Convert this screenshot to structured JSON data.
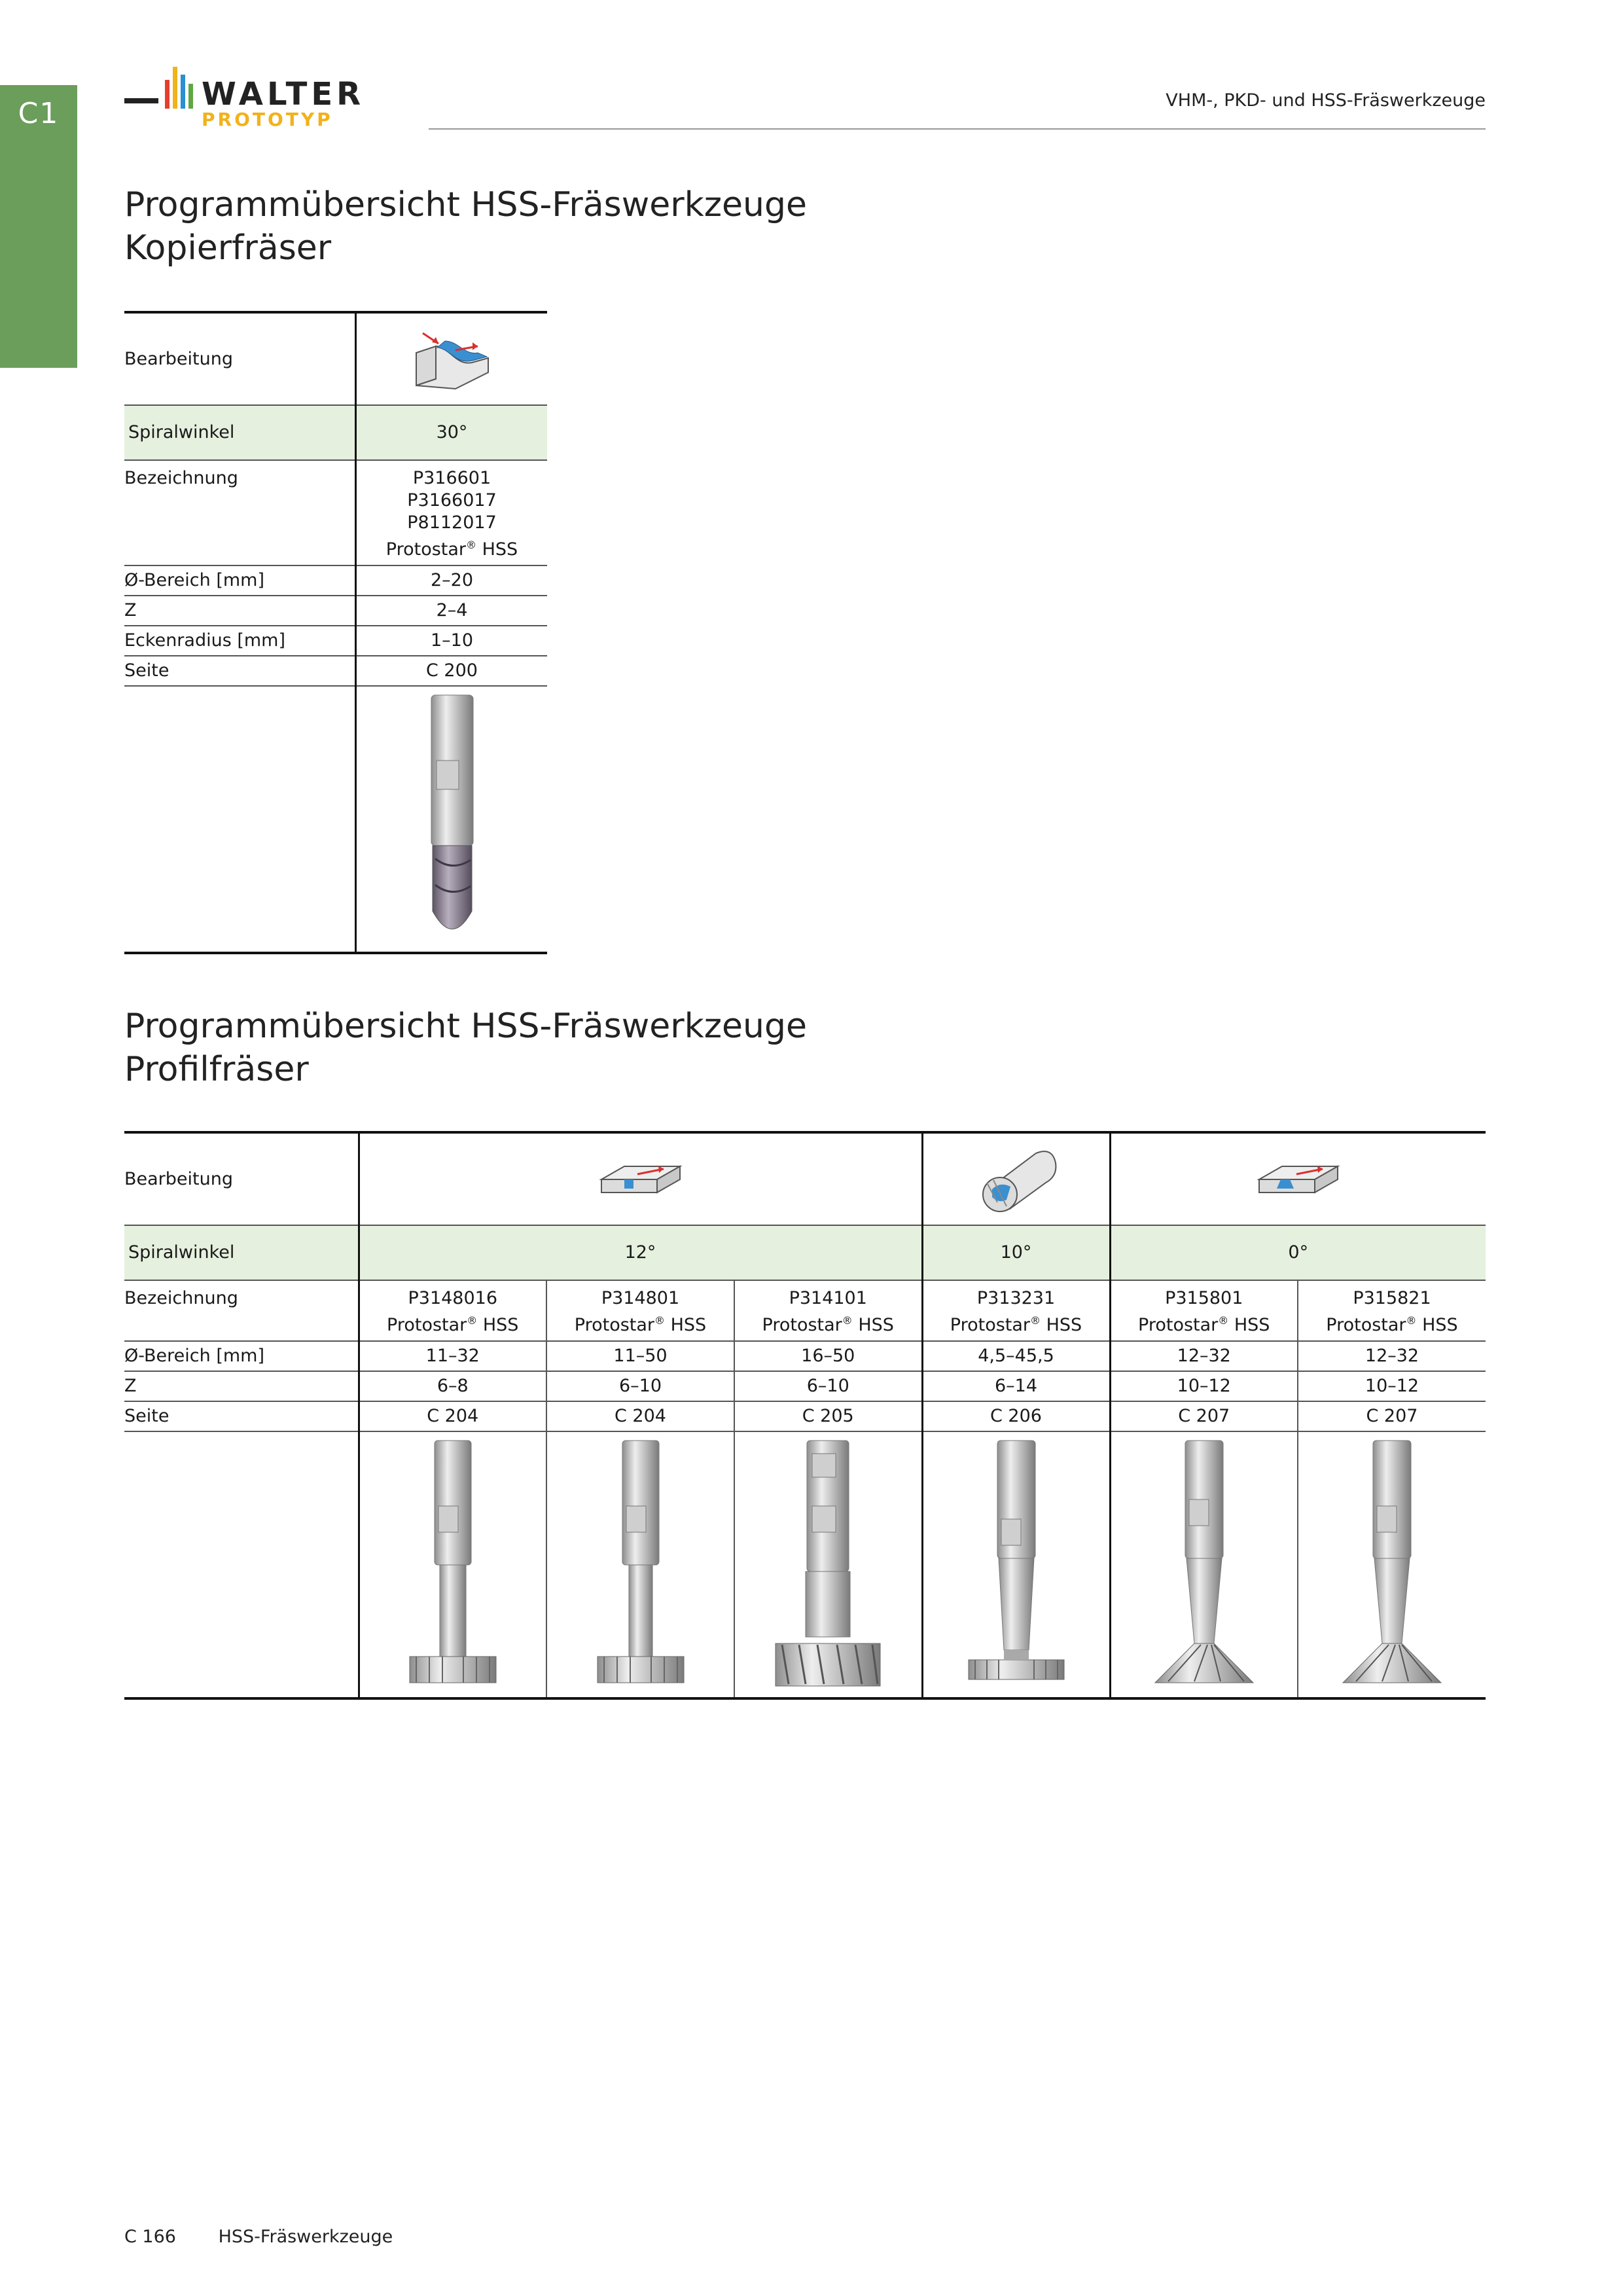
{
  "tab": {
    "label": "C1"
  },
  "logo": {
    "word": "WALTER",
    "sub": "PROTOTYP"
  },
  "header": {
    "right_title": "VHM-, PKD- und HSS-Fräswerkzeuge"
  },
  "section1": {
    "title_line1": "Programmübersicht HSS-Fräswerkzeuge",
    "title_line2": "Kopierfräser",
    "rows": {
      "bearbeitung": "Bearbeitung",
      "spiralwinkel": "Spiralwinkel",
      "bezeichnung": "Bezeichnung",
      "durchmesser": "Ø-Bereich [mm]",
      "z": "Z",
      "eckenradius": "Eckenradius [mm]",
      "seite": "Seite"
    },
    "column": {
      "spiralwinkel": "30°",
      "codes": [
        "P316601",
        "P3166017",
        "P8112017"
      ],
      "brand": "Protostar",
      "brand_suffix": " HSS",
      "durchmesser": "2–20",
      "z": "2–4",
      "eckenradius": "1–10",
      "seite": "C 200"
    }
  },
  "section2": {
    "title_line1": "Programmübersicht HSS-Fräswerkzeuge",
    "title_line2": "Profilfräser",
    "rows": {
      "bearbeitung": "Bearbeitung",
      "spiralwinkel": "Spiralwinkel",
      "bezeichnung": "Bezeichnung",
      "durchmesser": "Ø-Bereich [mm]",
      "z": "Z",
      "seite": "Seite"
    },
    "groups": [
      {
        "spiralwinkel": "12°"
      },
      {
        "spiralwinkel": "10°"
      },
      {
        "spiralwinkel": "0°"
      }
    ],
    "brand": "Protostar",
    "brand_suffix": " HSS",
    "columns": [
      {
        "code": "P3148016",
        "durchmesser": "11–32",
        "z": "6–8",
        "seite": "C 204"
      },
      {
        "code": "P314801",
        "durchmesser": "11–50",
        "z": "6–10",
        "seite": "C 204"
      },
      {
        "code": "P314101",
        "durchmesser": "16–50",
        "z": "6–10",
        "seite": "C 205"
      },
      {
        "code": "P313231",
        "durchmesser": "4,5–45,5",
        "z": "6–14",
        "seite": "C 206"
      },
      {
        "code": "P315801",
        "durchmesser": "12–32",
        "z": "10–12",
        "seite": "C 207"
      },
      {
        "code": "P315821",
        "durchmesser": "12–32",
        "z": "10–12",
        "seite": "C 207"
      }
    ]
  },
  "footer": {
    "page": "C 166",
    "title": "HSS-Fräswerkzeuge"
  }
}
